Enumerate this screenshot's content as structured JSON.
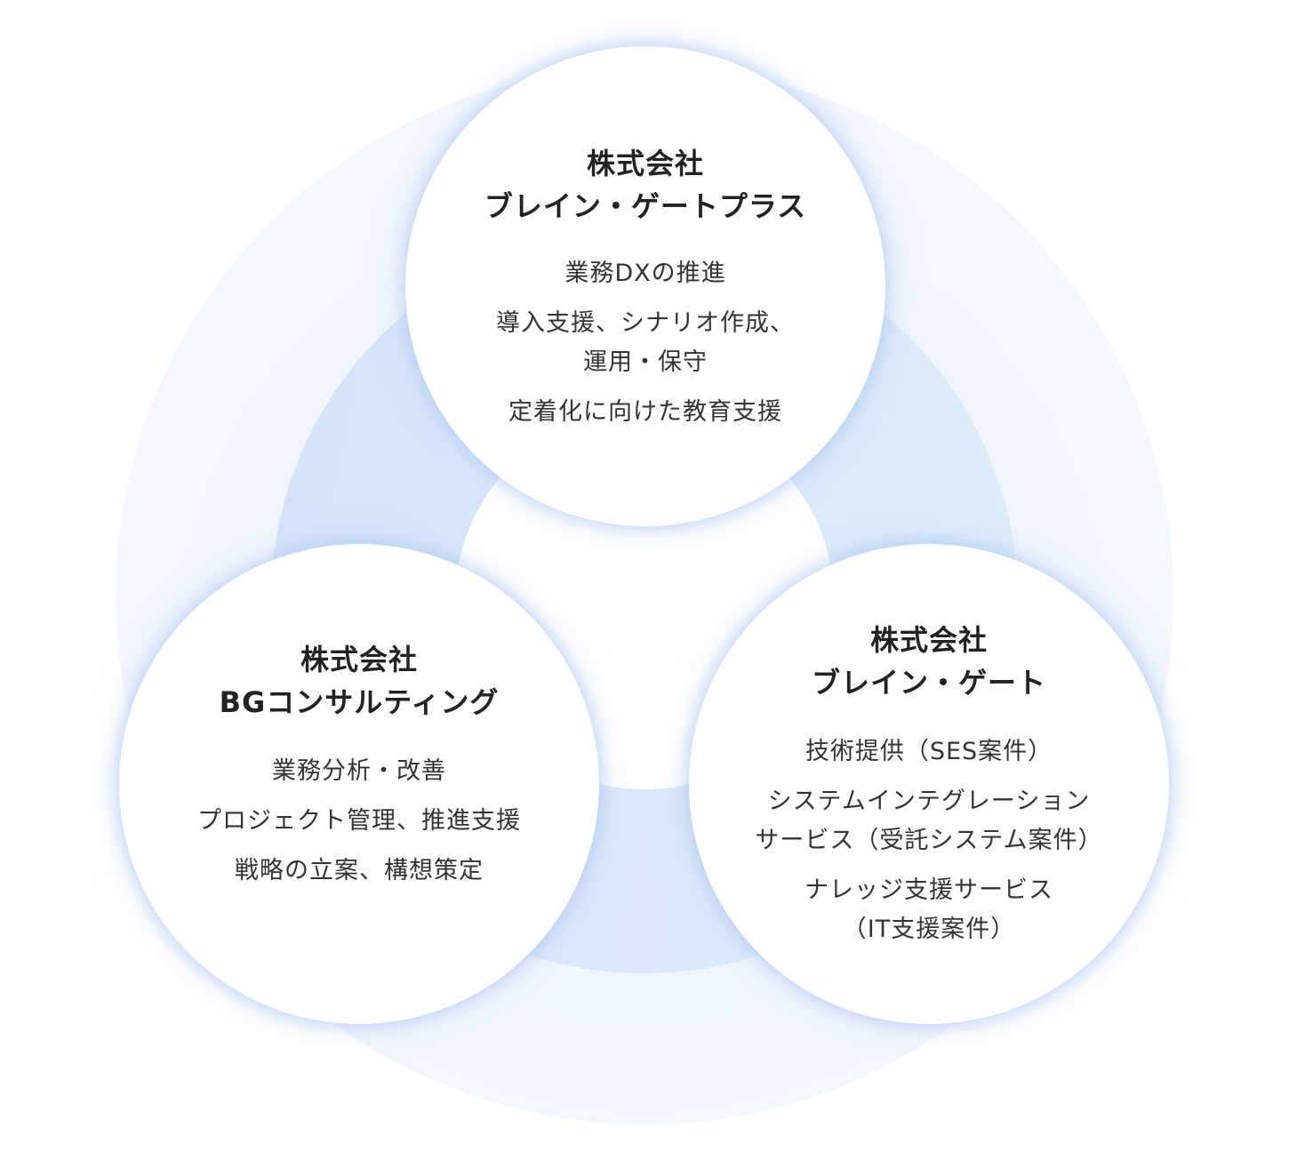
{
  "companies": [
    {
      "id": "brain-gate-plus",
      "name_line1": "株式会社",
      "name_line2": "ブレイン・ゲートプラス",
      "services": [
        "業務DXの推進",
        "導入支援、シナリオ作成、\n運用・保守",
        "定着化に向けた教育支援"
      ]
    },
    {
      "id": "bg-consulting",
      "name_line1": "株式会社",
      "name_line2": "BGコンサルティング",
      "services": [
        "業務分析・改善",
        "プロジェクト管理、推進支援",
        "戦略の立案、構想策定"
      ]
    },
    {
      "id": "brain-gate",
      "name_line1": "株式会社",
      "name_line2": "ブレイン・ゲート",
      "services": [
        "技術提供（SES案件）",
        "システムインテグレーション\nサービス（受託システム案件）",
        "ナレッジ支援サービス\n（IT支援案件）"
      ]
    }
  ],
  "colors": {
    "outer_ring": "#f1f6fd",
    "inner_ring": "#d6e5f8",
    "circle_fill": "#ffffff",
    "circle_glow": "#aac4f0",
    "text": "#222222"
  }
}
